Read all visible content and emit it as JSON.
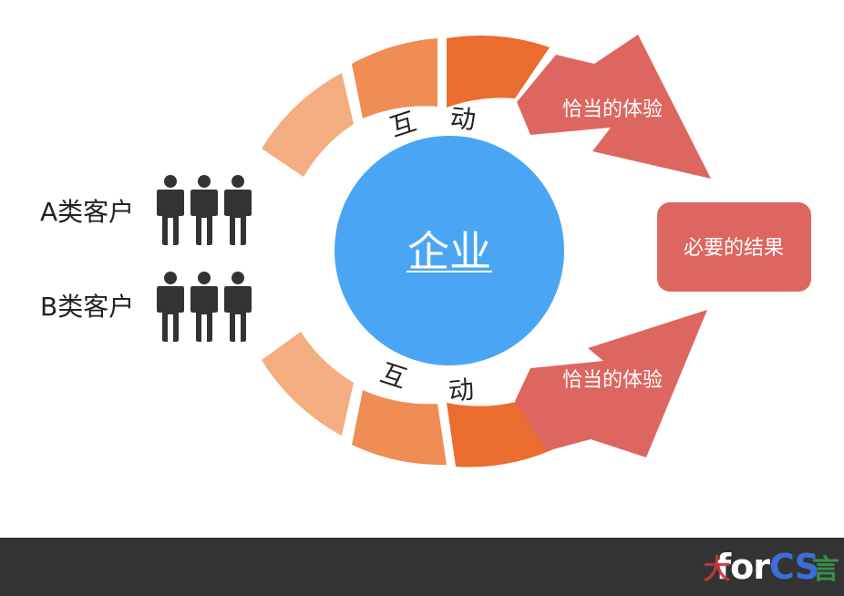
{
  "center": {
    "label": "企业",
    "color": "#4aa6f5"
  },
  "customers": [
    {
      "label": "A类客户"
    },
    {
      "label": "B类客户"
    }
  ],
  "interaction": {
    "char1": "互",
    "char2": "动"
  },
  "arrows": [
    {
      "label": "恰当的体验"
    },
    {
      "label": "恰当的体验"
    }
  ],
  "result": {
    "label": "必要的结果",
    "color": "#de6660"
  },
  "colors": {
    "seg_light": "#f3ad80",
    "seg_mid": "#ef8d55",
    "seg_dark": "#ea6c2e",
    "arrow": "#de6660",
    "person": "#333333",
    "footer": "#333333"
  },
  "footer": {
    "brand_prefix": "for",
    "brand_suffix": "CS",
    "mark_left": "大",
    "mark_right": "言"
  }
}
